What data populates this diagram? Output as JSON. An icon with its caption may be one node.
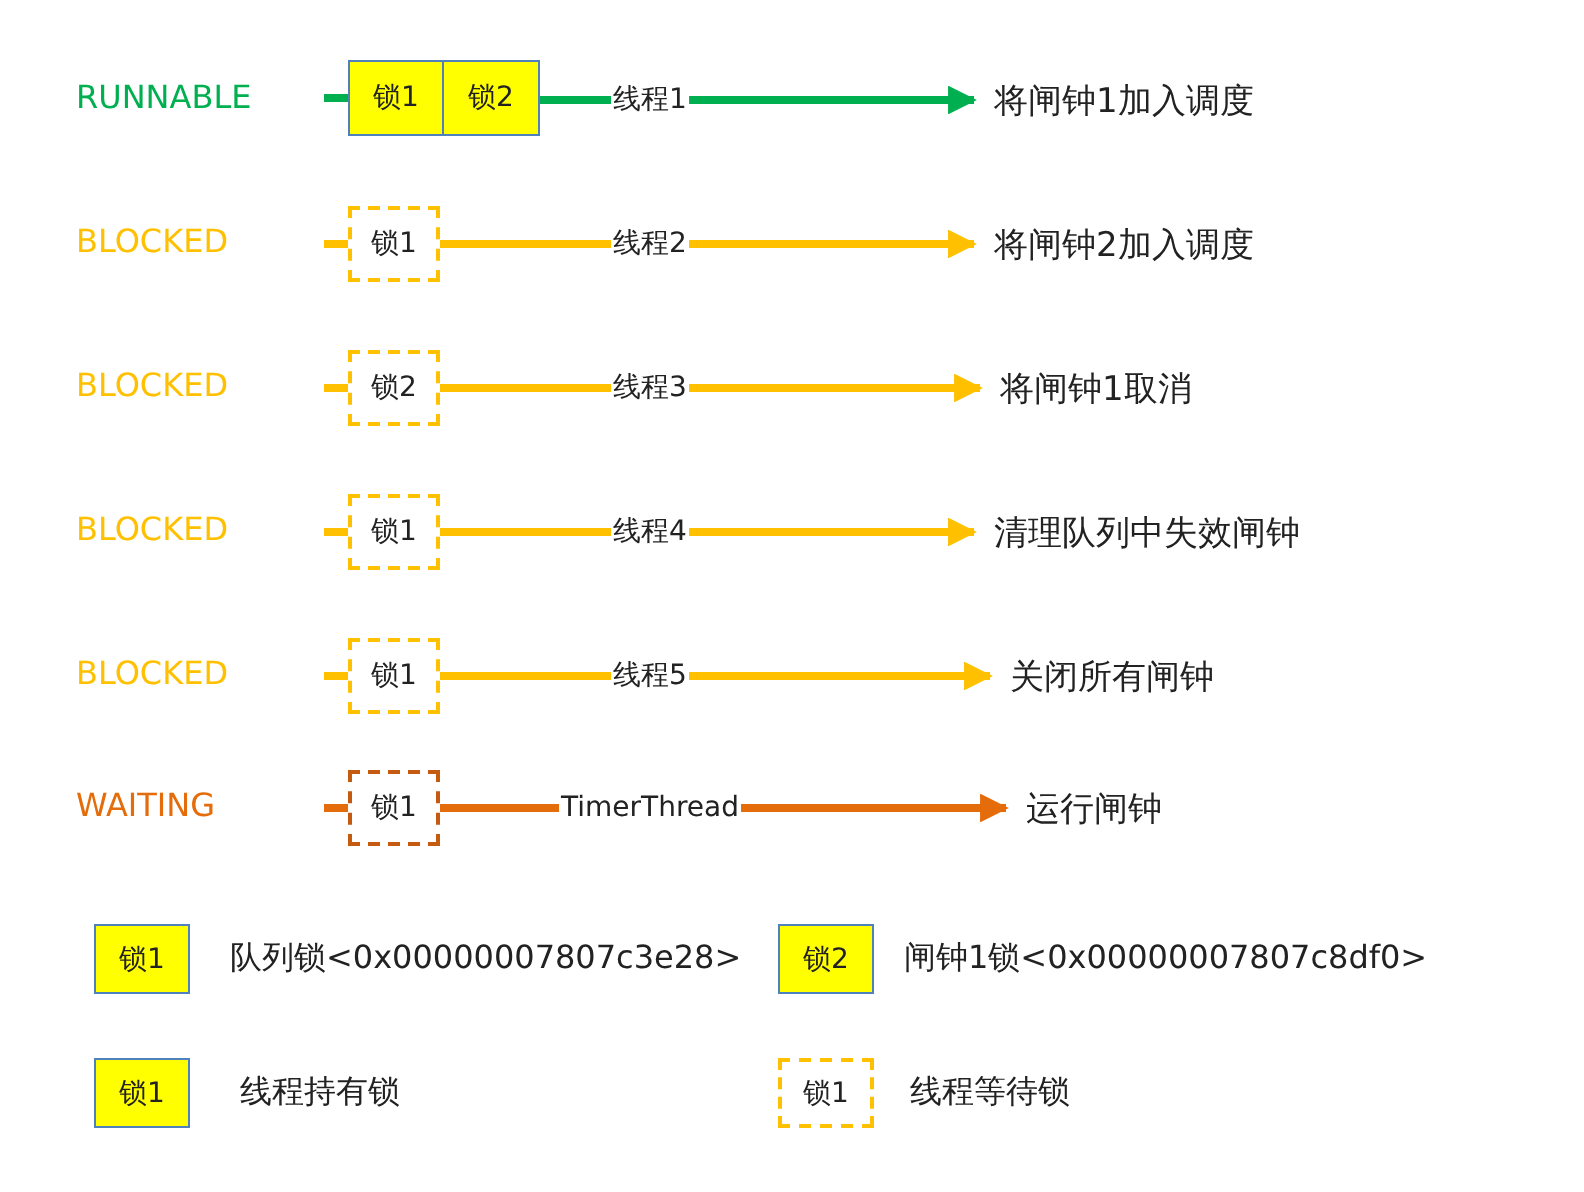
{
  "diagram": {
    "nodes": [
      {
        "text": [
          "锁1"
        ]
      },
      {
        "text": [
          "锁2"
        ]
      },
      {
        "text": [
          "将闸钟1加入调度"
        ]
      },
      {
        "text": [
          "锁1"
        ]
      },
      {
        "text": [
          "将闸钟2加入调度"
        ]
      },
      {
        "text": [
          "锁2"
        ]
      },
      {
        "text": [
          "将闸钟1取消"
        ]
      },
      {
        "text": [
          "锁1"
        ]
      },
      {
        "text": [
          "清理队列中失效闸钟"
        ]
      },
      {
        "text": [
          "锁1"
        ]
      },
      {
        "text": [
          "关闭所有闸钟"
        ]
      },
      {
        "text": [
          "锁1"
        ]
      },
      {
        "text": [
          "运行闸钟"
        ]
      },
      {
        "text": [
          "锁1"
        ]
      },
      {
        "text": [
          "锁2"
        ]
      },
      {
        "text": [
          "锁1"
        ]
      },
      {
        "text": [
          "锁1"
        ]
      }
    ],
    "edges": [
      {
        "from": null,
        "to": 0,
        "arrow": "none",
        "color": "#00b050"
      },
      {
        "from": 1,
        "to": 2,
        "arrow": "to",
        "label": "线程1",
        "color": "#00b050"
      },
      {
        "from": null,
        "to": 3,
        "arrow": "none"
      },
      {
        "from": 3,
        "to": 4,
        "arrow": "to",
        "label": "线程2"
      },
      {
        "from": null,
        "to": 5,
        "arrow": "none"
      },
      {
        "from": 5,
        "to": 6,
        "arrow": "to",
        "label": "线程3"
      },
      {
        "from": null,
        "to": 7,
        "arrow": "none"
      },
      {
        "from": 7,
        "to": 8,
        "arrow": "to",
        "label": "线程4"
      },
      {
        "from": null,
        "to": 9,
        "arrow": "none"
      },
      {
        "from": 9,
        "to": 10,
        "arrow": "to",
        "label": "线程5"
      },
      {
        "from": null,
        "to": 11,
        "arrow": "none",
        "color": "#e46c0a"
      },
      {
        "from": 11,
        "to": 12,
        "arrow": "to",
        "label": "TimerThread",
        "color": "#e46c0a"
      }
    ],
    "labels": [
      "RUNNABLE",
      "BLOCKED",
      "BLOCKED",
      "BLOCKED",
      "BLOCKED",
      "WAITING"
    ],
    "legend": [
      {
        "text": "队列锁<0x00000007807c3e28>",
        "color": "#ffff00"
      },
      {
        "text": "闸钟1锁<0x00000007807c8df0>",
        "color": "#ffff00"
      },
      {
        "text": "线程持有锁",
        "color": "#ffff00"
      },
      {
        "text": "线程等待锁"
      }
    ]
  }
}
